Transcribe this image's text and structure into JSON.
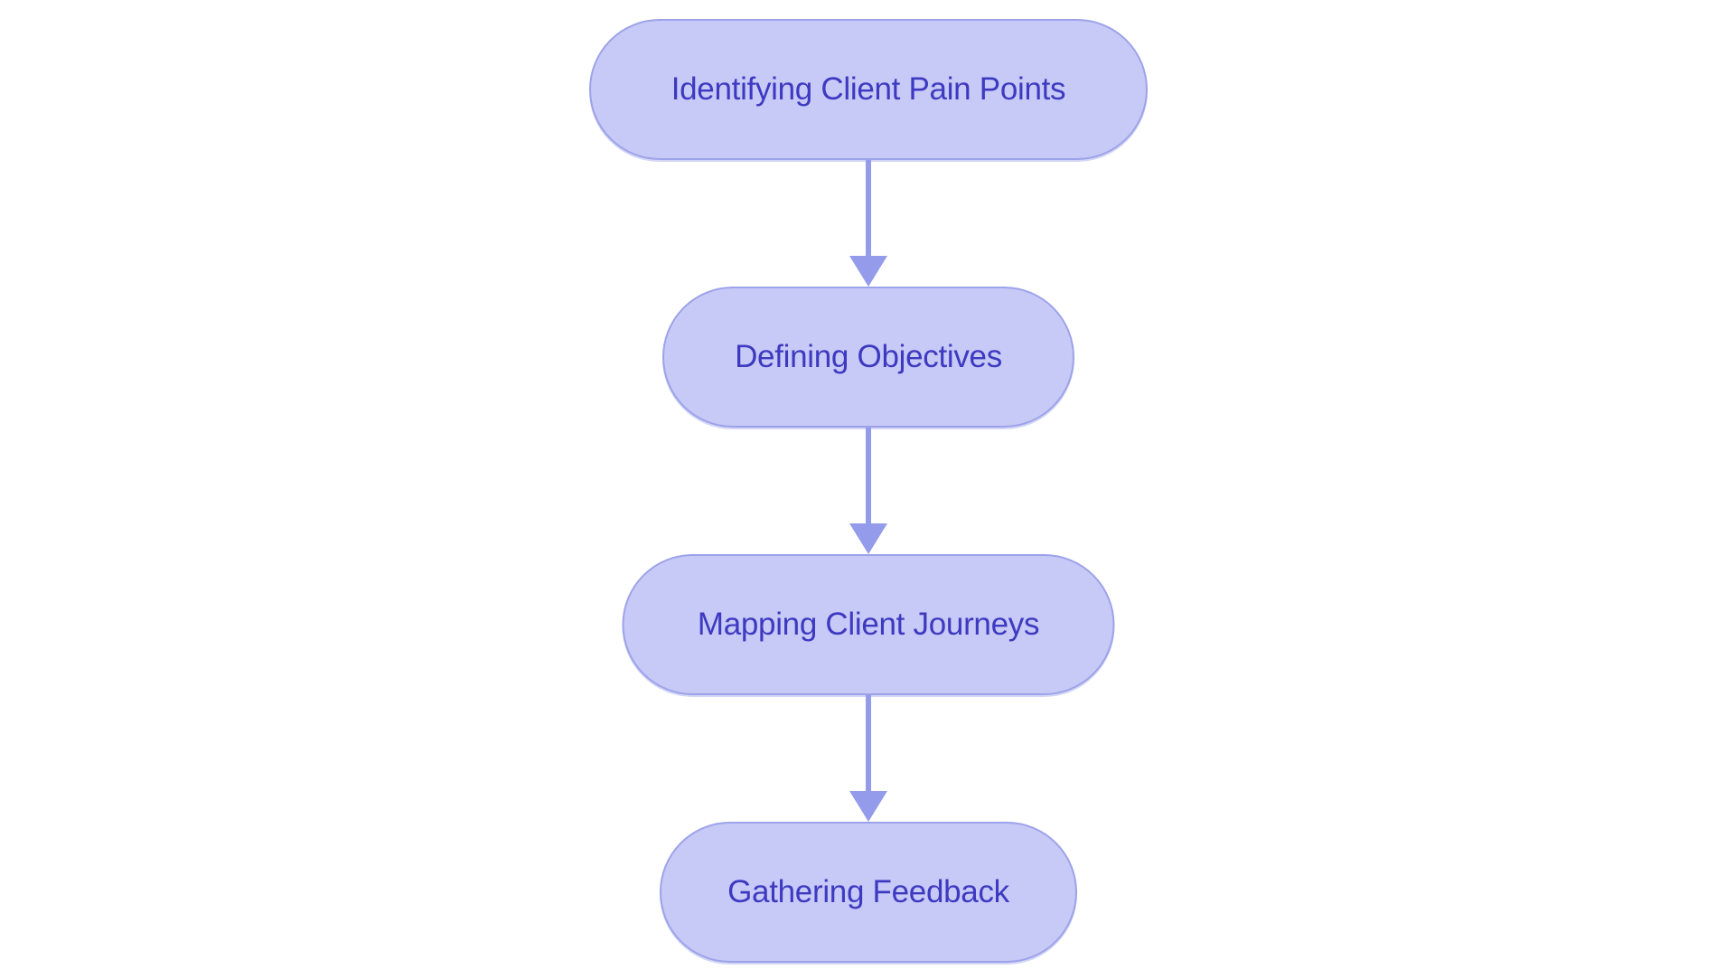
{
  "flowchart": {
    "colors": {
      "background": "#ffffff",
      "node_fill": "#c7c9f6",
      "node_border": "#9da3e9",
      "node_text": "#3d3ac1",
      "arrow": "#939bea"
    },
    "nodes": [
      {
        "label": "Identifying Client Pain Points"
      },
      {
        "label": "Defining Objectives"
      },
      {
        "label": "Mapping Client Journeys"
      },
      {
        "label": "Gathering Feedback"
      }
    ],
    "edges": [
      {
        "from": 0,
        "to": 1
      },
      {
        "from": 1,
        "to": 2
      },
      {
        "from": 2,
        "to": 3
      }
    ]
  }
}
